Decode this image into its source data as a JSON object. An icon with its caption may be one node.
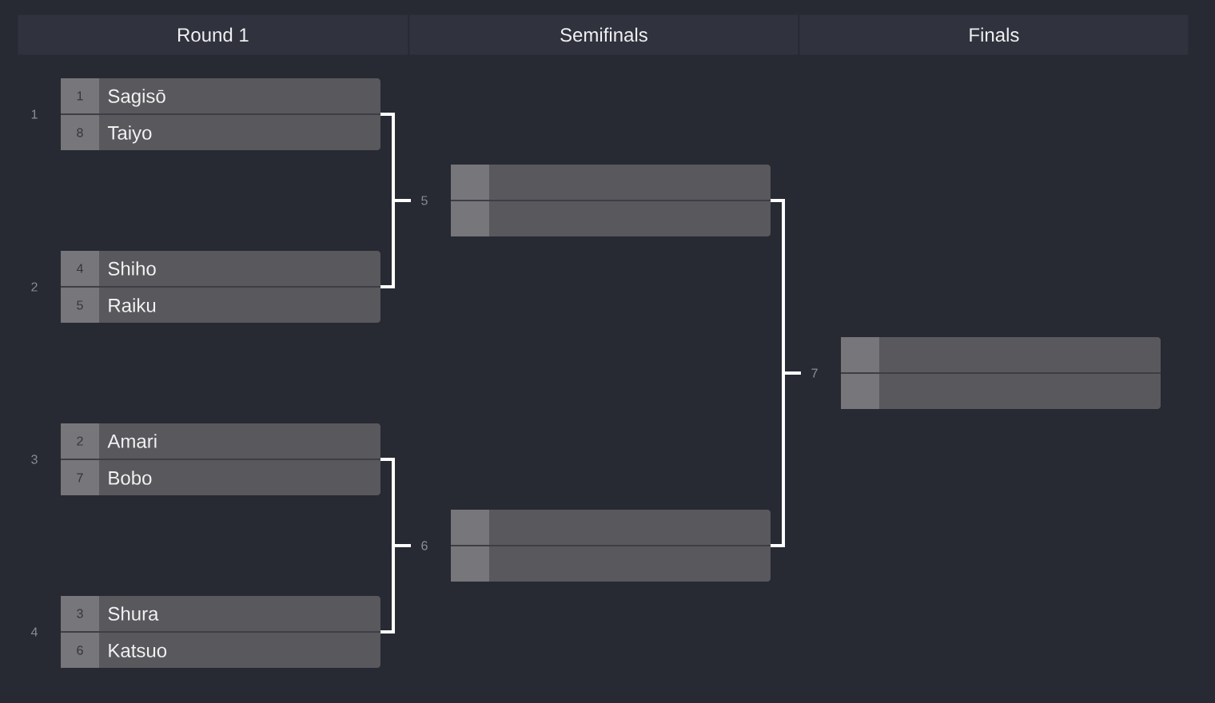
{
  "diagram": {
    "nodes": [
      {
        "text": [
          "Round 1"
        ]
      },
      {
        "text": [
          "Semifinals"
        ]
      },
      {
        "text": [
          "Finals"
        ]
      },
      {
        "text": [
          "1",
          "Sagisō",
          "8",
          "Taiyo"
        ],
        "beside": [
          "1"
        ]
      },
      {
        "text": [
          "4",
          "Shiho",
          "5",
          "Raiku"
        ],
        "beside": [
          "2"
        ]
      },
      {
        "text": [
          "2",
          "Amari",
          "7",
          "Bobo"
        ],
        "beside": [
          "3"
        ]
      },
      {
        "text": [
          "3",
          "Shura",
          "6",
          "Katsuo"
        ],
        "beside": [
          "4"
        ]
      },
      {
        "text": [],
        "shape": "box",
        "beside": [
          "5"
        ]
      },
      {
        "text": [],
        "shape": "box",
        "beside": [
          "6"
        ]
      },
      {
        "text": [],
        "shape": "box",
        "beside": [
          "7"
        ]
      }
    ],
    "edges": [
      {
        "from": 3,
        "to": 7,
        "arrow": "none"
      },
      {
        "from": 4,
        "to": 7,
        "arrow": "none"
      },
      {
        "from": 5,
        "to": 8,
        "arrow": "none"
      },
      {
        "from": 6,
        "to": 8,
        "arrow": "none"
      },
      {
        "from": 7,
        "to": 9,
        "arrow": "none"
      },
      {
        "from": 8,
        "to": 9,
        "arrow": "none"
      }
    ]
  }
}
